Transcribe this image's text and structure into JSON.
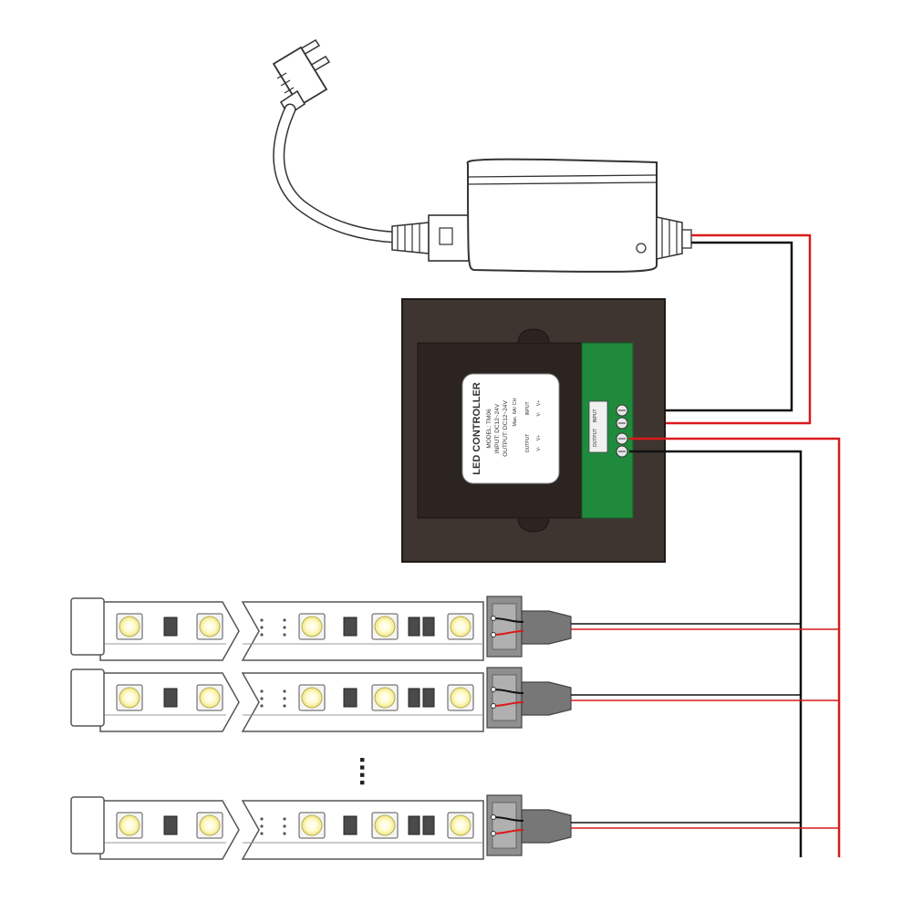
{
  "label": {
    "title": "LED CONTROLLER",
    "model": "MODEL: TM06",
    "input": "INPUT: DC12~24V",
    "output": "OUTPUT: DC12~24V",
    "max": "Max. 6A/ CH",
    "output_tag": "OUTPUT",
    "input_tag": "INPUT",
    "pins": [
      "V-",
      "V+",
      "V-",
      "V+"
    ]
  },
  "terminal": {
    "output_tag": "OUTPUT",
    "input_tag": "INPUT"
  },
  "ellipsis": "....",
  "strip_rows": 3,
  "colors": {
    "red_wire": "#d91a1a",
    "black_wire": "#111111",
    "controller_body": "#3e3530",
    "terminal_block": "#1f8a3c"
  },
  "icons": [
    "plug-icon",
    "power-adapter-icon",
    "led-controller-icon",
    "led-strip-icon"
  ]
}
